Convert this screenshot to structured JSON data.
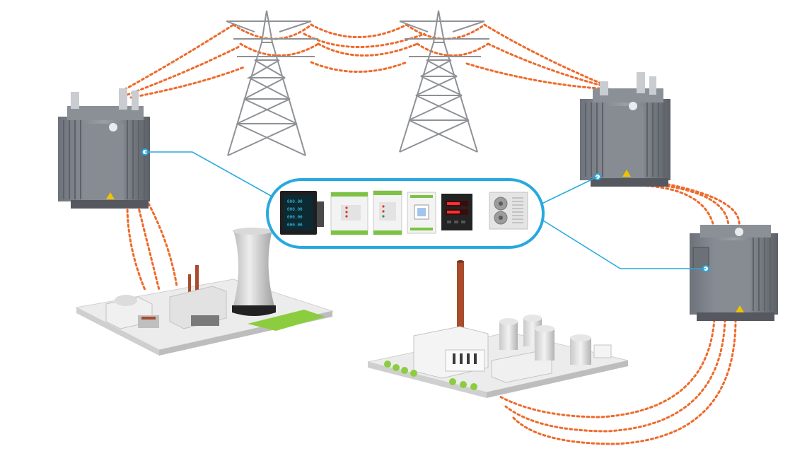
{
  "diagram": {
    "components": [
      {
        "id": "tower-left",
        "kind": "transmission-tower"
      },
      {
        "id": "tower-right",
        "kind": "transmission-tower"
      },
      {
        "id": "transformer-top-left",
        "kind": "power-transformer"
      },
      {
        "id": "transformer-top-right",
        "kind": "power-transformer"
      },
      {
        "id": "transformer-bottom-right",
        "kind": "power-transformer"
      },
      {
        "id": "nuclear-plant",
        "kind": "power-plant-with-cooling-tower"
      },
      {
        "id": "factory",
        "kind": "industrial-plant-with-chimney"
      },
      {
        "id": "device-panel",
        "kind": "monitoring-device-group"
      }
    ],
    "devices": [
      {
        "id": "multifunction-meter",
        "kind": "panel-meter",
        "display_rows": [
          "000.00",
          "000.00",
          "000.00",
          "000.00"
        ]
      },
      {
        "id": "din-rail-module-1",
        "kind": "din-rail-module"
      },
      {
        "id": "din-rail-module-2",
        "kind": "din-rail-module"
      },
      {
        "id": "din-rail-meter",
        "kind": "din-rail-energy-meter"
      },
      {
        "id": "digital-controller",
        "kind": "temperature-controller"
      },
      {
        "id": "cooling-unit",
        "kind": "fan-cooling-unit"
      }
    ],
    "colors": {
      "power_line": "#ee6a2b",
      "connector": "#27a9de",
      "panel_border": "#27a9de",
      "transformer": "#7c8088",
      "tower": "#8e9196",
      "chimney": "#a94b2d",
      "grass": "#8ccd3f"
    }
  }
}
